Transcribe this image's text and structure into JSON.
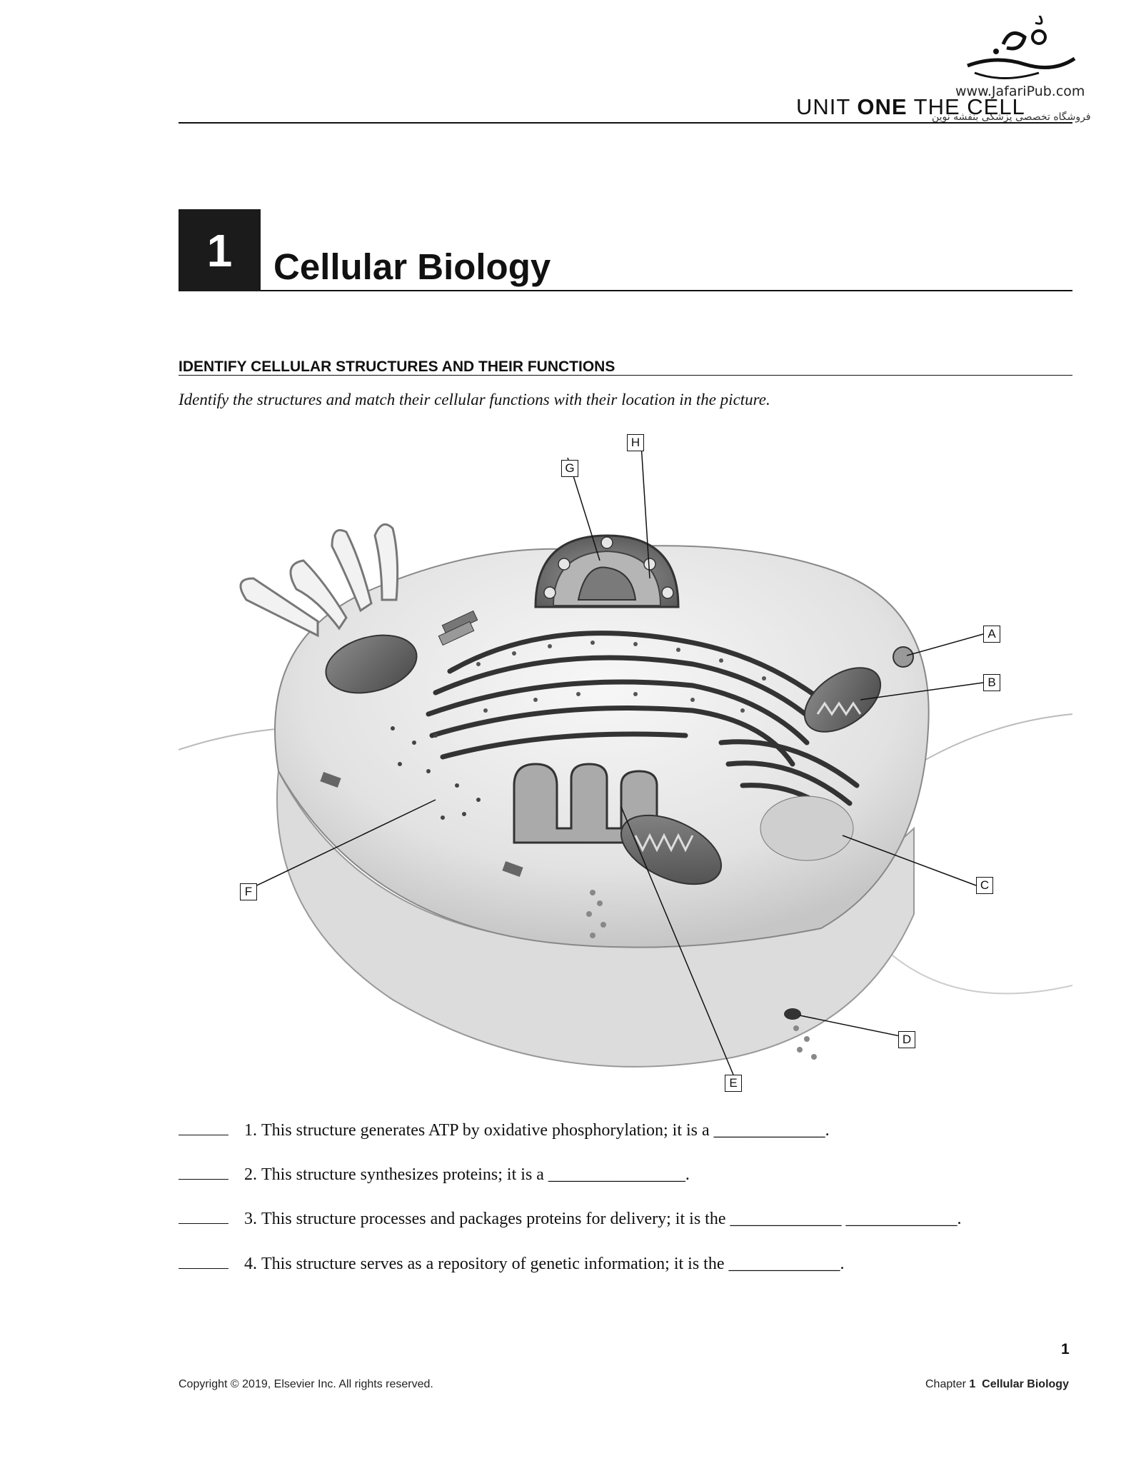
{
  "watermark": {
    "url": "www.JafariPub.com",
    "persian_text": "فروشگاه تخصصی پزشکی بنفشه نوین"
  },
  "header": {
    "unit_prefix": "UNIT",
    "unit_number": "ONE",
    "unit_title": "THE CELL"
  },
  "chapter": {
    "number": "1",
    "title": "Cellular Biology"
  },
  "section": {
    "heading": "IDENTIFY CELLULAR STRUCTURES AND THEIR FUNCTIONS",
    "instructions": "Identify the structures and match their cellular functions with their location in the picture."
  },
  "figure": {
    "labels": {
      "A": "A",
      "B": "B",
      "C": "C",
      "D": "D",
      "E": "E",
      "F": "F",
      "G": "G",
      "H": "H"
    }
  },
  "questions": [
    {
      "num": "1.",
      "text": "This structure generates ATP by oxidative phosphorylation; it is a _____________."
    },
    {
      "num": "2.",
      "text": "This structure synthesizes proteins; it is a ________________."
    },
    {
      "num": "3.",
      "text": "This structure processes and packages proteins for delivery; it is the _____________ _____________."
    },
    {
      "num": "4.",
      "text": "This structure serves as a repository of genetic information; it is the _____________."
    }
  ],
  "footer": {
    "page_number": "1",
    "copyright": "Copyright © 2019, Elsevier Inc. All rights reserved.",
    "chapter_label": "Chapter",
    "chapter_number": "1",
    "chapter_title": "Cellular Biology"
  }
}
